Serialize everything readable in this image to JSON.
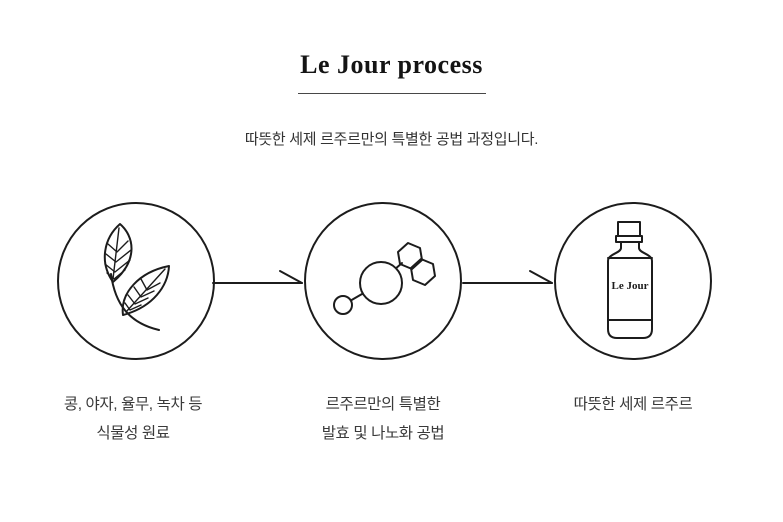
{
  "header": {
    "title": "Le Jour process",
    "subtitle": "따뜻한 세제 르주르만의 특별한 공법 과정입니다."
  },
  "process": {
    "steps": [
      {
        "icon": "leaves-icon",
        "caption": [
          "콩, 야자, 율무, 녹차 등",
          "식물성 원료"
        ]
      },
      {
        "icon": "molecule-icon",
        "caption": [
          "르주르만의 특별한",
          "발효 및 나노화 공법"
        ]
      },
      {
        "icon": "bottle-icon",
        "caption": [
          "따뜻한 세제 르주르"
        ],
        "bottle_label": "Le Jour"
      }
    ],
    "arrow_icon": "right-arrow"
  },
  "colors": {
    "background": "#ffffff",
    "stroke": "#1c1c1c",
    "title_text": "#141414",
    "body_text": "#3a3a3a",
    "underline": "#474747"
  }
}
